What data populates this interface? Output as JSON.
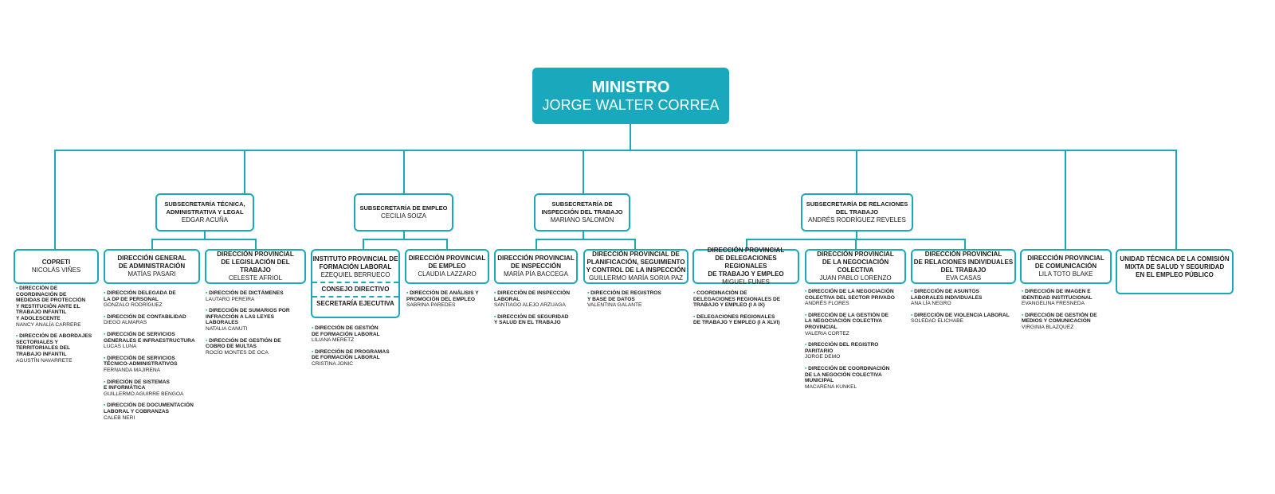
{
  "minister": {
    "title": "MINISTRO",
    "name": "JORGE WALTER CORREA"
  },
  "subsecretarias": [
    {
      "title": "SUBSECRETARÍA TÉCNICA,\nADMINISTRATIVA Y LEGAL",
      "name": "EDGAR ACUÑA"
    },
    {
      "title": "SUBSECRETARÍA DE EMPLEO",
      "name": "CECILIA SOIZA"
    },
    {
      "title": "SUBSECRETARÍA DE\nINSPECCIÓN DEL TRABAJO",
      "name": "MARIANO SALOMÓN"
    },
    {
      "title": "SUBSECRETARÍA DE RELACIONES\nDEL TRABAJO",
      "name": "ANDRÉS RODRÍGUEZ REVELES"
    }
  ],
  "direcciones": [
    {
      "title": "COPRETI",
      "name": "NICOLÁS VIÑES",
      "items": [
        {
          "title": "DIRECCIÓN DE\nCOORDINACIÓN DE\nMEDIDAS DE PROTECCIÓN\nY RESTITUCIÓN ANTE EL\nTRABAJO INFANTIL\nY ADOLESCENTE",
          "name": "NANCY ANALÍA CARRERE"
        },
        {
          "title": "DIRECCIÓN DE ABORDAJES\nSECTORIALES Y\nTERRITORIALES DEL\nTRABAJO INFANTIL",
          "name": "AGUSTÍN NAVARRETE"
        }
      ]
    },
    {
      "title": "DIRECCIÓN GENERAL\nDE ADMINISTRACIÓN",
      "name": "MATÍAS PASARI",
      "items": [
        {
          "title": "DIRECCIÓN DELEGADA DE\nLA DP DE PERSONAL",
          "name": "GONZALO RODRÍGUEZ"
        },
        {
          "title": "DIRECCIÓN DE CONTABILIDAD",
          "name": "DIEGO ALMARAS"
        },
        {
          "title": "DIRECCIÓN DE SERVICIOS\nGENERALES E INFRAESTRUCTURA",
          "name": "LUCAS LUNA"
        },
        {
          "title": "DIRECCIÓN DE SERVICIOS\nTÉCNICO-ADMINISTRATIVOS",
          "name": "FERNANDA MAJIRENA"
        },
        {
          "title": "DIRECIÓN DE SISTEMAS\nE INFORMÁTICA",
          "name": "GUILLERMO AGUIRRE BENGOA"
        },
        {
          "title": "DIRECCIÓN DE DOCUMENTACIÓN\nLABORAL Y COBRANZAS",
          "name": "CALEB NERI"
        }
      ]
    },
    {
      "title": "DIRECCIÓN PROVINCIAL\nDE LEGISLACIÓN DEL TRABAJO",
      "name": "CELESTE AFRIOL",
      "items": [
        {
          "title": "DIRECCIÓN DE DICTÁMENES",
          "name": "LAUTARO PEREIRA"
        },
        {
          "title": "DIRECCIÓN DE SUMARIOS POR\nINFRACCIÓN A LAS LEYES\nLABORALES",
          "name": "NATALIA CANUTI"
        },
        {
          "title": "DIRECCIÓN DE GESTIÓN DE\nCOBRO DE MULTAS",
          "name": "ROCÍO MONTES DE OCA"
        }
      ]
    },
    {
      "title": "INSTITUTO PROVINCIAL DE\nFORMACIÓN LABORAL",
      "name": "EZEQUIEL BERRUECO",
      "consejo": "CONSEJO DIRECTIVO",
      "secretaria": "SECRETARÍA EJECUTIVA",
      "items": [
        {
          "title": "DIRECCIÓN DE GESTIÓN\nDE FORMACIÓN LABORAL",
          "name": "LILIANA MERETZ"
        },
        {
          "title": "DIRECCIÓN DE PROGRAMAS\nDE FORMACIÓN LABORAL",
          "name": "CRISTINA JONIC"
        }
      ]
    },
    {
      "title": "DIRECCIÓN PROVINCIAL\nDE EMPLEO",
      "name": "CLAUDIA LAZZARO",
      "items": [
        {
          "title": "DIRECCIÓN DE ANÁLISIS Y\nPROMOCIÓN DEL EMPLEO",
          "name": "SABRINA PAREDES"
        }
      ]
    },
    {
      "title": "DIRECCIÓN PROVINCIAL\nDE INSPECCIÓN",
      "name": "MARÍA PÍA BACCEGA",
      "items": [
        {
          "title": "DIRECCIÓN DE INSPECCIÓN\nLABORAL",
          "name": "SANTIAGO ALEJO ARZUAGA"
        },
        {
          "title": "DIRECCIÓN DE SEGURIDAD\nY SALUD EN EL TRABAJO",
          "name": ""
        }
      ]
    },
    {
      "title": "DIRECCIÓN PROVINCIAL DE\nPLANIFICACIÓN, SEGUIMIENTO\nY CONTROL DE LA INSPECCIÓN",
      "name": "GUILLERMO MARÍA SORIA PAZ",
      "items": [
        {
          "title": "DIRECCIÓN DE REGISTROS\nY BASE DE DATOS",
          "name": "VALENTINA GALANTE"
        }
      ]
    },
    {
      "title": "DIRECCIÓN PROVINCIAL\nDE DELEGACIONES REGIONALES\nDE TRABAJO Y EMPLEO",
      "name": "MIGUEL FUNES",
      "items": [
        {
          "title": "COORDINACIÓN DE\nDELEGACIONES REGIONALES DE\nTRABAJO Y EMPLEO (I A IX)",
          "name": ""
        },
        {
          "title": "DELEGACIONES REGIONALES\nDE TRABAJO Y EMPLEO (I A XLVI)",
          "name": ""
        }
      ]
    },
    {
      "title": "DIRECCIÓN PROVINCIAL\nDE LA NEGOCIACIÓN\nCOLECTIVA",
      "name": "JUAN PABLO LORENZO",
      "items": [
        {
          "title": "DIRECCIÓN DE LA NEGOCIACIÓN\nCOLECTIVA DEL SECTOR PRIVADO",
          "name": "ANDRÉS FLORES"
        },
        {
          "title": "DIRECCIÓN DE LA GESTIÓN DE\nLA NEGOCIACIÓN COLECTIVA\nPROVINCIAL",
          "name": "VALERIA CORTEZ"
        },
        {
          "title": "DIRECCIÓN DEL REGISTRO\nPARITARIO",
          "name": "JORGE DEMO"
        },
        {
          "title": "DIRECCIÓN DE COORDINACIÓN\nDE LA NEGOCIÓN COLECTIVA\nMUNICIPAL",
          "name": "MACARENA KUNKEL"
        }
      ]
    },
    {
      "title": "DIRECCIÓN PROVINCIAL\nDE RELACIONES INDIVIDUALES\nDEL TRABAJO",
      "name": "EVA CASAS",
      "items": [
        {
          "title": "DIRECCIÓN DE ASUNTOS\nLABORALES INDIVIDUALES",
          "name": "ANA LÍA NEGRO"
        },
        {
          "title": "DIRECCIÓN DE VIOLENCIA LABORAL",
          "name": "SOLEDAD ELICHABE"
        }
      ]
    },
    {
      "title": "DIRECCIÓN PROVINCIAL\nDE COMUNICACIÓN",
      "name": "LILA TOTO BLAKE",
      "items": [
        {
          "title": "DIRECCIÓN DE IMAGEN E\nIDENTIDAD INSTITUCIONAL",
          "name": "EVANGELINA FRESNEDA"
        },
        {
          "title": "DIRECCIÓN DE GESTIÓN DE\nMEDIOS Y COMUNICACIÓN",
          "name": "VIRGINIA BLAZQUEZ"
        }
      ]
    },
    {
      "title": "UNIDAD TÉCNICA DE LA COMISIÓN\nMIXTA DE SALUD Y SEGURIDAD\nEN EL EMPLEO PÚBLICO"
    }
  ],
  "colors": {
    "accent": "#1aa9bc"
  }
}
